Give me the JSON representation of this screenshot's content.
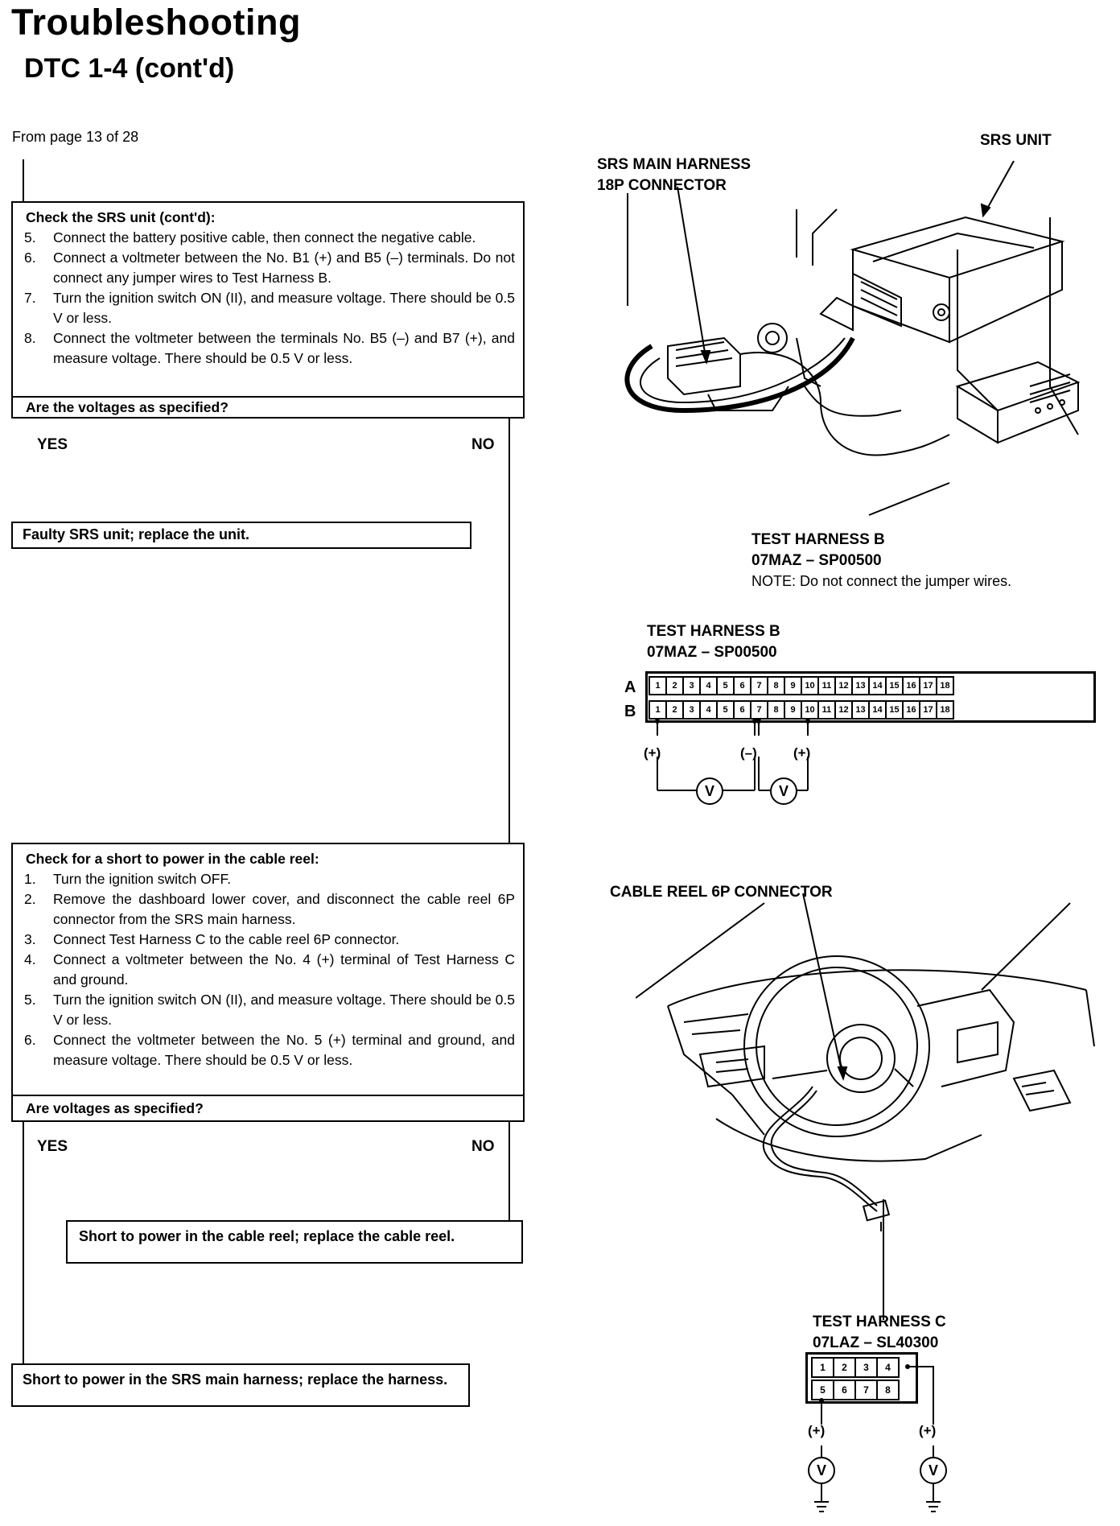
{
  "header": {
    "title": "Troubleshooting",
    "subtitle": "DTC 1-4 (cont'd)"
  },
  "from_page": "From page 13 of 28",
  "step1": {
    "heading": "Check the SRS unit (cont'd):",
    "items": [
      {
        "num": "5.",
        "text": "Connect the battery positive cable, then connect the negative cable."
      },
      {
        "num": "6.",
        "text": "Connect a voltmeter between the No. B1 (+) and B5 (–) terminals. Do not connect any jumper wires to Test Harness B."
      },
      {
        "num": "7.",
        "text": "Turn the ignition switch ON (II), and measure voltage. There should be 0.5 V or less."
      },
      {
        "num": "8.",
        "text": "Connect the voltmeter between the terminals No. B5 (–) and B7 (+), and measure voltage. There should be 0.5 V or less."
      }
    ],
    "question": "Are the voltages as specified?",
    "yes": "YES",
    "no": "NO",
    "result_yes": "Faulty SRS unit; replace the unit."
  },
  "step2": {
    "heading": "Check for a short to power in the cable reel:",
    "items": [
      {
        "num": "1.",
        "text": "Turn the ignition switch OFF."
      },
      {
        "num": "2.",
        "text": "Remove the dashboard lower cover, and disconnect the cable reel 6P connector from the SRS main harness."
      },
      {
        "num": "3.",
        "text": "Connect Test Harness C to the cable reel 6P connector."
      },
      {
        "num": "4.",
        "text": "Connect a voltmeter between the No. 4 (+) terminal of Test Harness C and ground."
      },
      {
        "num": "5.",
        "text": "Turn the ignition switch ON (II), and measure voltage. There should be 0.5 V or less."
      },
      {
        "num": "6.",
        "text": "Connect the voltmeter between the No. 5 (+) terminal and ground, and measure voltage. There should be 0.5 V or less."
      }
    ],
    "question": "Are voltages as specified?",
    "yes": "YES",
    "no": "NO",
    "result_no": "Short to power in the cable reel; replace the cable reel.",
    "result_yes": "Short to power in the SRS main harness; replace the harness."
  },
  "figure1": {
    "srs_unit": "SRS UNIT",
    "main_harness": [
      "SRS MAIN HARNESS",
      "18P CONNECTOR"
    ],
    "test_harness": [
      "TEST HARNESS B",
      "07MAZ – SP00500"
    ],
    "note": "NOTE:  Do not connect the jumper wires."
  },
  "connector_b": {
    "title": [
      "TEST HARNESS B",
      "07MAZ – SP00500"
    ],
    "row_a_label": "A",
    "row_b_label": "B",
    "pins": [
      "1",
      "2",
      "3",
      "4",
      "5",
      "6",
      "7",
      "8",
      "9",
      "10",
      "11",
      "12",
      "13",
      "14",
      "15",
      "16",
      "17",
      "18"
    ],
    "polarity": {
      "b1": "(+)",
      "b5": "(–)",
      "b7": "(+)"
    },
    "meter": "V"
  },
  "figure2": {
    "cable_reel": "CABLE REEL 6P CONNECTOR",
    "test_harness": [
      "TEST HARNESS C",
      "07LAZ – SL40300"
    ]
  },
  "connector_c": {
    "row1": [
      "1",
      "2",
      "3",
      "4"
    ],
    "row2": [
      "5",
      "6",
      "7",
      "8"
    ],
    "polarity": {
      "p5": "(+)",
      "p4": "(+)"
    },
    "meter": "V"
  }
}
